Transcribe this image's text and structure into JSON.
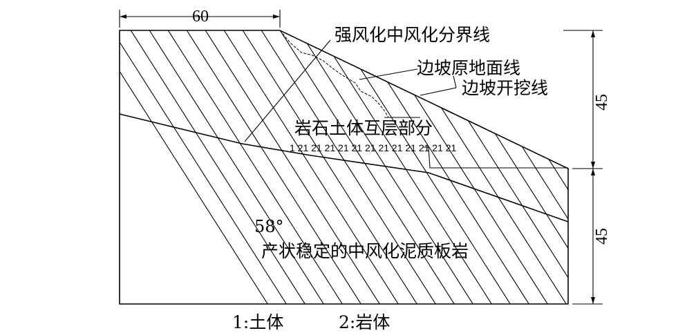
{
  "dimensions": {
    "top_width": "60",
    "upper_height": "45",
    "lower_height": "45"
  },
  "labels": {
    "boundary_line": "强风化中风化分界线",
    "original_ground": "边坡原地面线",
    "excavation_line": "边坡开挖线",
    "interbedded_zone": "岩石土体互层部分",
    "layer_sequence": "1 21 21 21 21 21 21 21 21 21 21 21 21",
    "dip_angle": "58°",
    "bedrock": "产状稳定的中风化泥质板岩"
  },
  "legend": {
    "item_1": "1:土体",
    "item_2": "2:岩体"
  },
  "colors": {
    "line": "#000000",
    "background": "#ffffff"
  }
}
